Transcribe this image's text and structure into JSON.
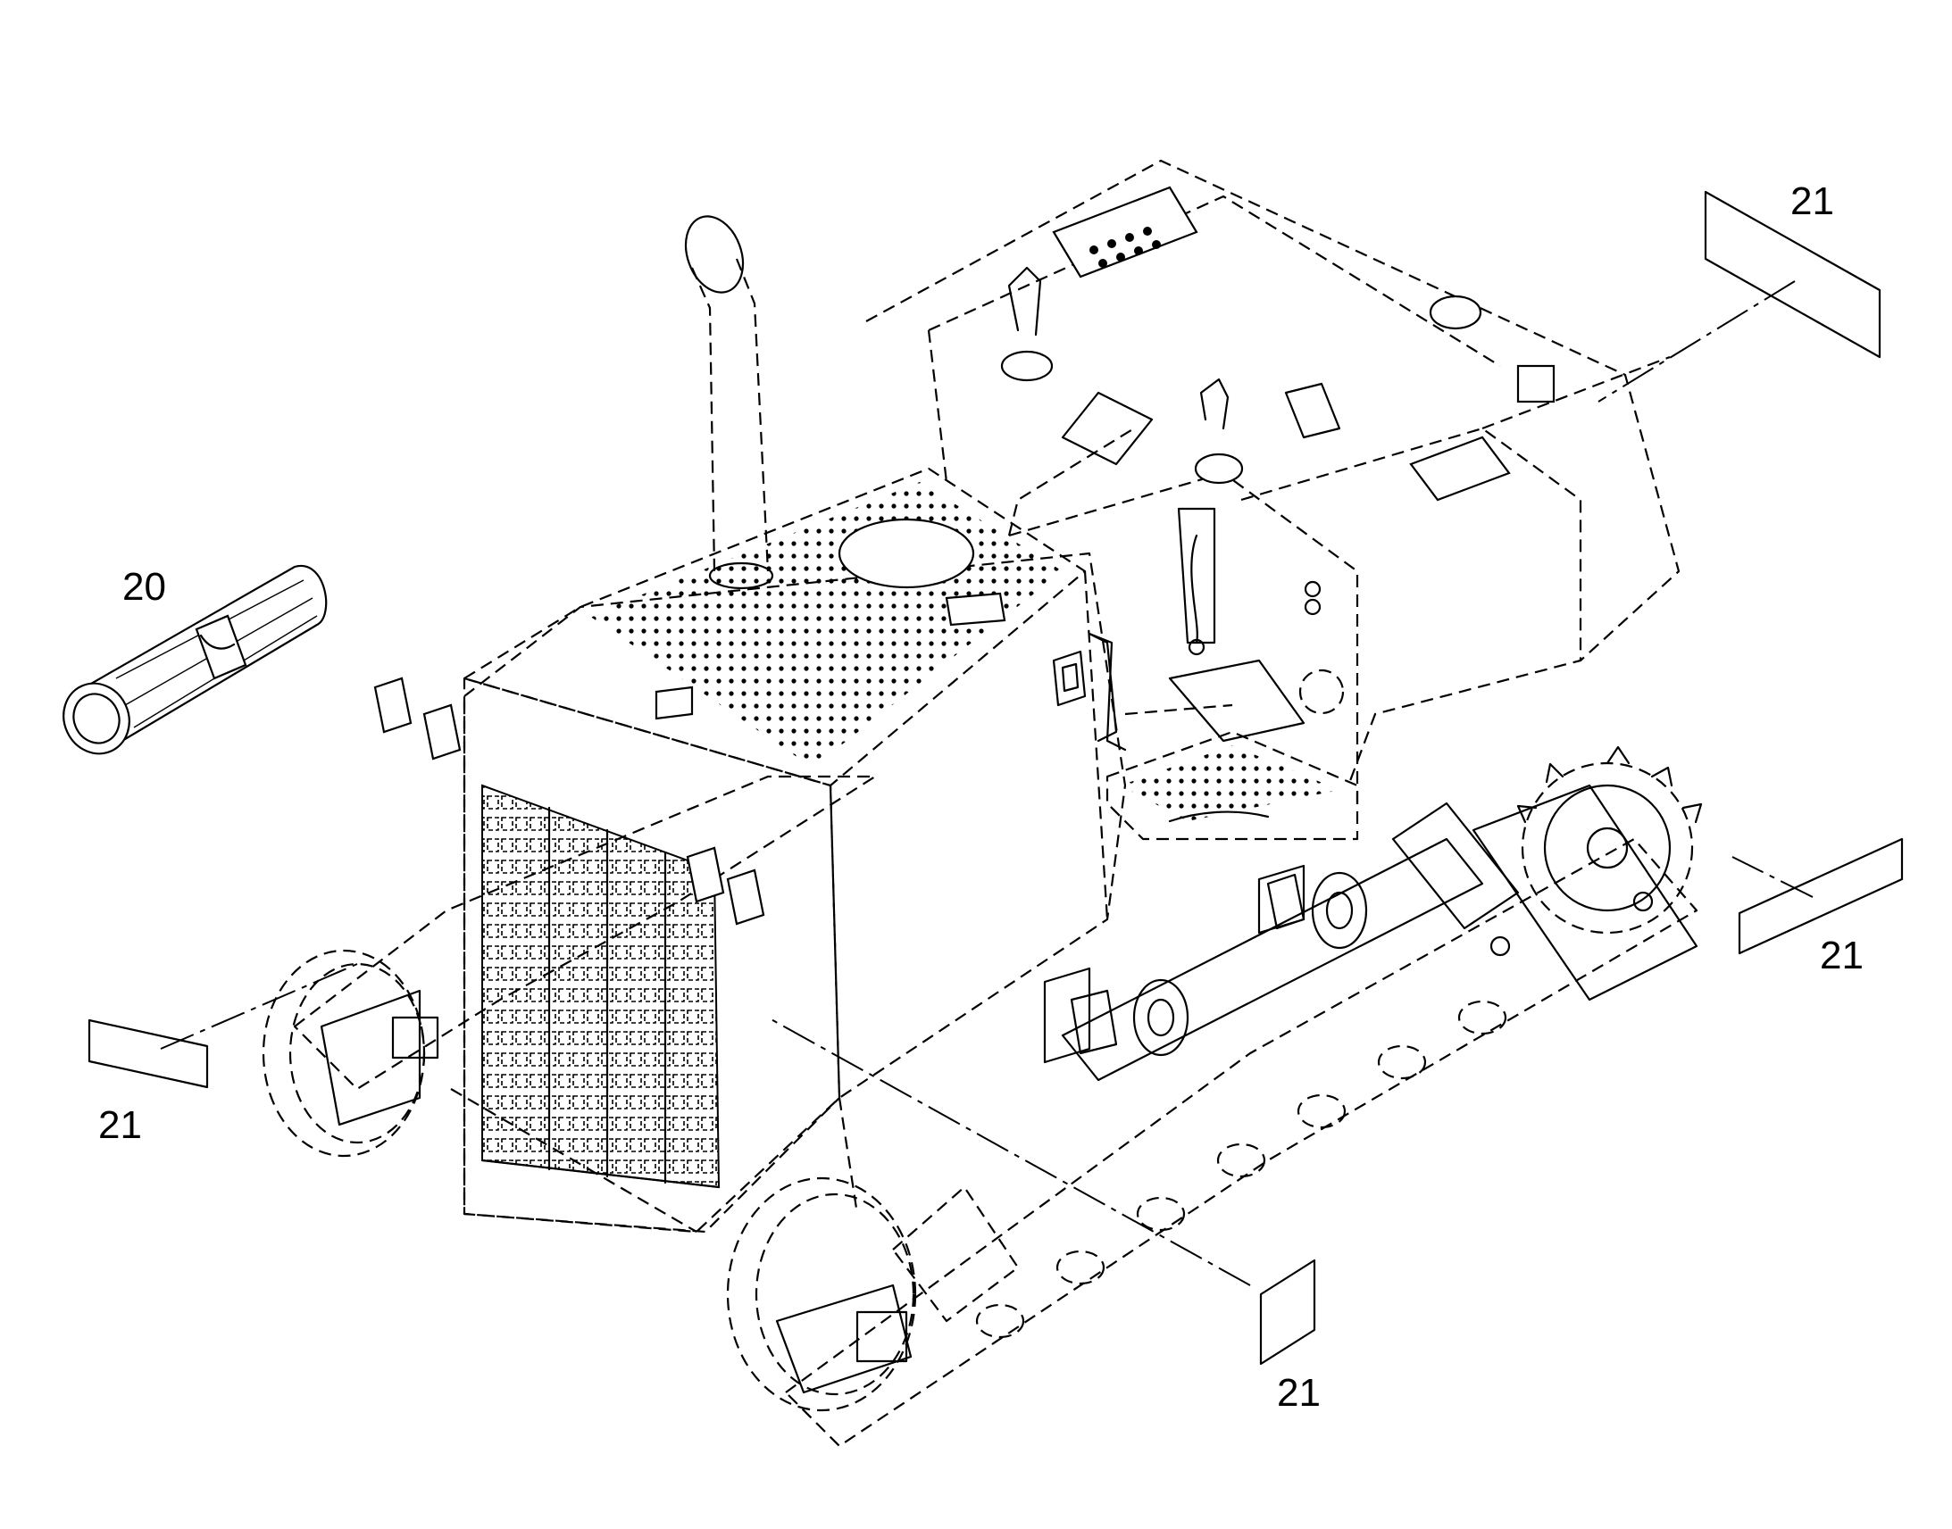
{
  "callouts": {
    "c20": "20",
    "c21_top_right": "21",
    "c21_right": "21",
    "c21_left": "21",
    "c21_bottom": "21"
  },
  "colors": {
    "line": "#000000",
    "background": "#ffffff"
  }
}
